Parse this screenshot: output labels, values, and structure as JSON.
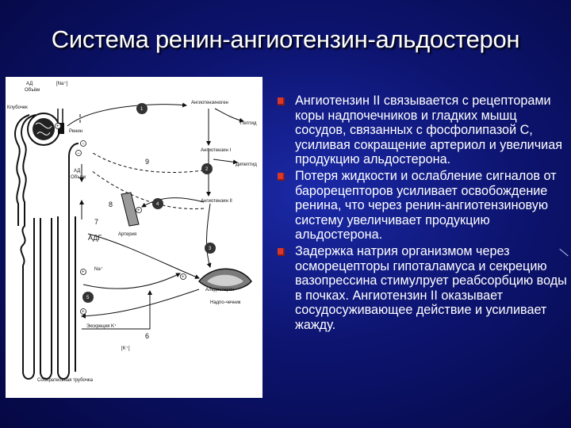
{
  "slide": {
    "title": "Система ренин-ангиотензин-альдостерон"
  },
  "diagram": {
    "labels": {
      "ad_top": "АД",
      "volume_top": "Объём",
      "na_top": "[Na⁺]",
      "glomerulus": "Клубочек",
      "renin": "Ренин",
      "ad_mid": "АД",
      "volume_mid": "Объём",
      "angiotensinogen": "Ангиотензиноген",
      "peptide": "Пептид",
      "angiotensin1": "Ангиотензин I",
      "dipeptide": "Дипептид",
      "angiotensin2": "Ангиотензин II",
      "artery": "Артерия",
      "adh": "АДГ",
      "na_plus": "Na⁺",
      "aldosterone": "Альдостерон",
      "adrenal": "Надпо-чечник",
      "k_excretion": "Экскреция K⁺",
      "k_bracket": "[K⁺]",
      "collecting_duct": "Собирательная трубочка"
    },
    "numbers": {
      "n7": "7",
      "n8": "8",
      "n9": "9",
      "n6": "6"
    },
    "circle_numbers": [
      "1",
      "2",
      "3",
      "4",
      "5"
    ],
    "signs": {
      "plus": "+",
      "minus": "−"
    }
  },
  "bullets": [
    {
      "text": "Ангиотензин II связывается с рецепторами коры надпочечников и гладких мышц сосудов, связанных с фосфолипазой С, усиливая сокращение артериол и увеличиая продукцию альдостерона."
    },
    {
      "text": "Потеря жидкости и ослабление сигналов от барорецепторов усиливает  освобождение ренина, что через ренин-ангиотензиновую систему увеличивает продукцию альдостерона."
    },
    {
      "text": "Задержка натрия организмом через осморецепторы гипоталамуса и секрецию вазопрессина стимулрует реабсорбцию воды в почках. Ангиотензин II  оказывает сосудосуживающее действие и усиливает жажду."
    }
  ],
  "colors": {
    "background": "#0d1470",
    "bullet": "#d8382c",
    "text": "#ffffff"
  }
}
